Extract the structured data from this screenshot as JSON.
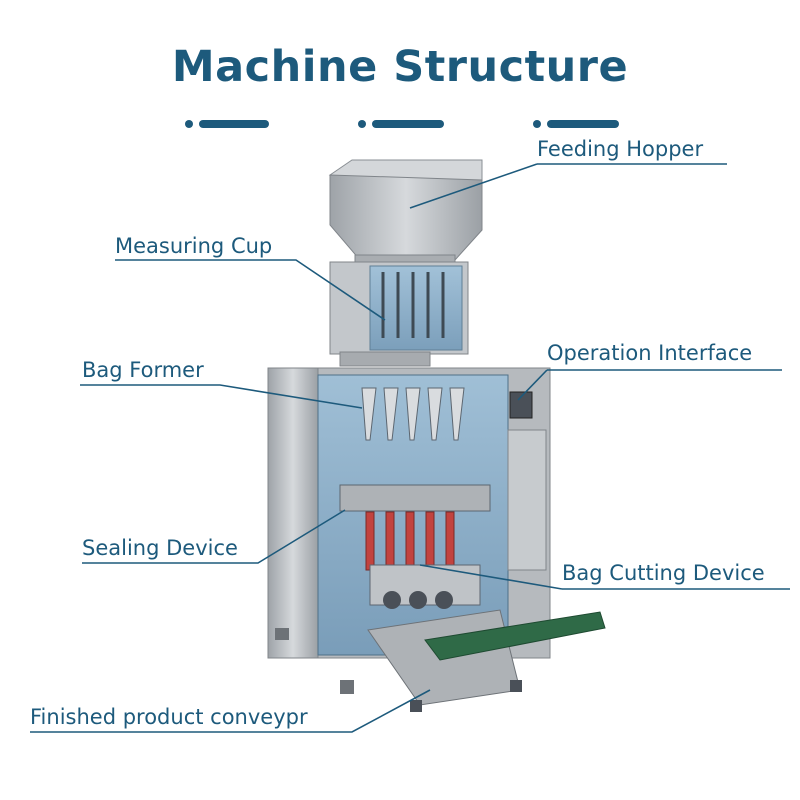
{
  "title": "Machine Structure",
  "colors": {
    "accent": "#1d5a7c",
    "steel": "#b9bdc1",
    "glass": "#7fa9c8",
    "belt": "#2f6a47"
  },
  "labels": {
    "feeding_hopper": "Feeding Hopper",
    "measuring_cup": "Measuring Cup",
    "operation_interface": "Operation Interface",
    "bag_former": "Bag Former",
    "sealing_device": "Sealing Device",
    "bag_cutting_device": "Bag Cutting Device",
    "finished_product_conveyor": "Finished product conveypr"
  }
}
